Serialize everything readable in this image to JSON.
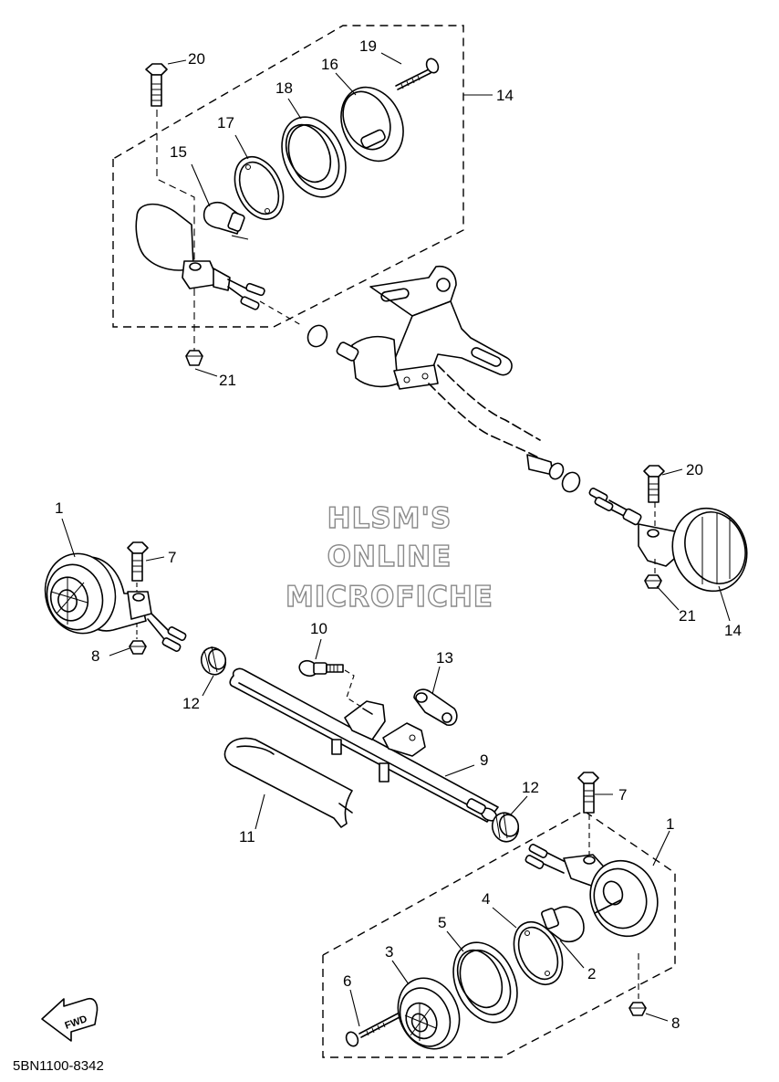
{
  "watermark": {
    "line1": "HLSM'S",
    "line2": "ONLINE",
    "line3": "MICROFICHE"
  },
  "diagram_code": "5BN1100-8342",
  "fwd_label": "FWD",
  "callouts": {
    "c1_left": "1",
    "c1_right": "1",
    "c2": "2",
    "c3": "3",
    "c4": "4",
    "c5": "5",
    "c6": "6",
    "c7_left": "7",
    "c7_right": "7",
    "c8_left": "8",
    "c8_right": "8",
    "c9": "9",
    "c10": "10",
    "c11": "11",
    "c12_left": "12",
    "c12_right": "12",
    "c13": "13",
    "c14_top": "14",
    "c14_right": "14",
    "c15": "15",
    "c16": "16",
    "c17": "17",
    "c18": "18",
    "c19": "19",
    "c20_top": "20",
    "c20_right": "20",
    "c21_top": "21",
    "c21_right": "21"
  },
  "colors": {
    "line": "#000000",
    "watermark_outline": "#8a8a8a",
    "background": "#ffffff"
  }
}
